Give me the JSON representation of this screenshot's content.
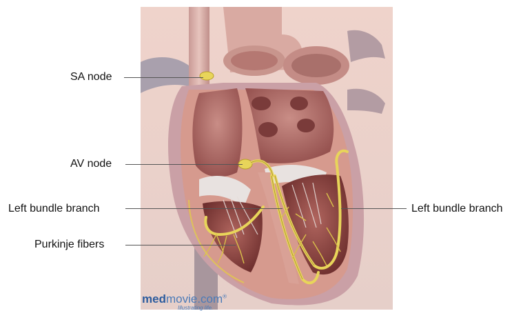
{
  "labels": {
    "sa_node": "SA node",
    "av_node": "AV node",
    "left_bundle_branch_left": "Left bundle branch",
    "left_bundle_branch_right": "Left bundle branch",
    "purkinje_fibers": "Purkinje fibers"
  },
  "watermark": {
    "brand_bold": "med",
    "brand_rest": "movie.com",
    "registered": "®",
    "tagline": "Illustrating life."
  },
  "colors": {
    "background": "#f2dcd6",
    "myocardium": "#d69a8e",
    "conduction_yellow": "#e8d55a",
    "watermark_blue": "#4a7ab8"
  }
}
